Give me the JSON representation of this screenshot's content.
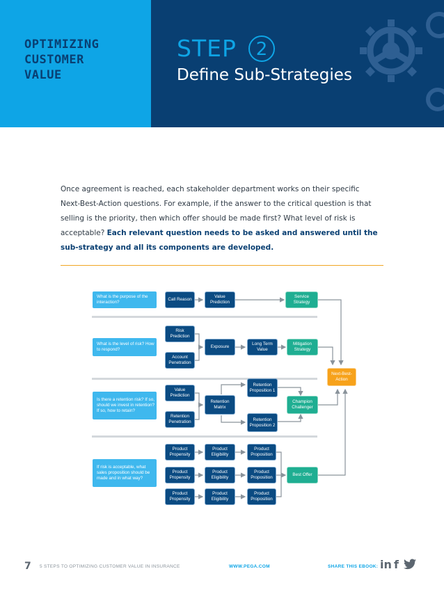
{
  "header": {
    "brand_lines": [
      "OPTIMIZING",
      "CUSTOMER",
      "VALUE"
    ],
    "step_word": "STEP",
    "step_number": "2",
    "title": "Define Sub-Strategies"
  },
  "intro": {
    "text": "Once agreement is reached, each stakeholder department works on their specific Next-Best-Action questions. For example, if the answer to the critical question is that selling is the priority, then which offer should be made first? What level of risk is acceptable?",
    "bold": "Each relevant question needs to be asked and answered until the sub-strategy and all its components are developed."
  },
  "flow": {
    "questions": [
      "What is the purpose of the interaction?",
      "What is the level of risk? How to respond?",
      "Is there a retention risk? If so, should we invest in retention? If so, how to retain?",
      "If risk is acceptable, what sales proposition should be made and in what way?"
    ],
    "call_reason": "Call Reason",
    "value_prediction_1": "Value Prediction",
    "service_strategy": "Service Strategy",
    "risk_prediction": "Risk Prediction",
    "account_penetration": "Account Penetration",
    "exposure": "Exposure",
    "long_term_value": "Long Term Value",
    "mitigation_strategy": "Mitigation Strategy",
    "next_best_action": "Next-Best-Action",
    "value_prediction_2": "Value Prediction",
    "retention_penetration": "Retention Penetration",
    "retention_matrix": "Retention Matrix",
    "retention_prop_1": "Retention Proposition 1",
    "retention_prop_2": "Retention Proposition 2",
    "champion_challenger": "Champion Challenger",
    "product_propensity": "Product Propensity",
    "product_eligibility": "Product Eligibility",
    "product_proposition": "Product Proposition",
    "best_offer": "Best Offer"
  },
  "footer": {
    "page_number": "7",
    "ebook_title": "5 STEPS TO OPTIMIZING CUSTOMER VALUE IN INSURANCE",
    "url": "WWW.PEGA.COM",
    "share_label": "SHARE THIS EBOOK:",
    "social": [
      "in",
      "f"
    ],
    "social_icons": [
      "linkedin-icon",
      "facebook-icon",
      "twitter-icon"
    ]
  },
  "colors": {
    "brand_blue": "#0ea5e6",
    "navy": "#093f72",
    "teal": "#1fae92",
    "orange": "#f7a21b",
    "rule": "#f0a623"
  }
}
